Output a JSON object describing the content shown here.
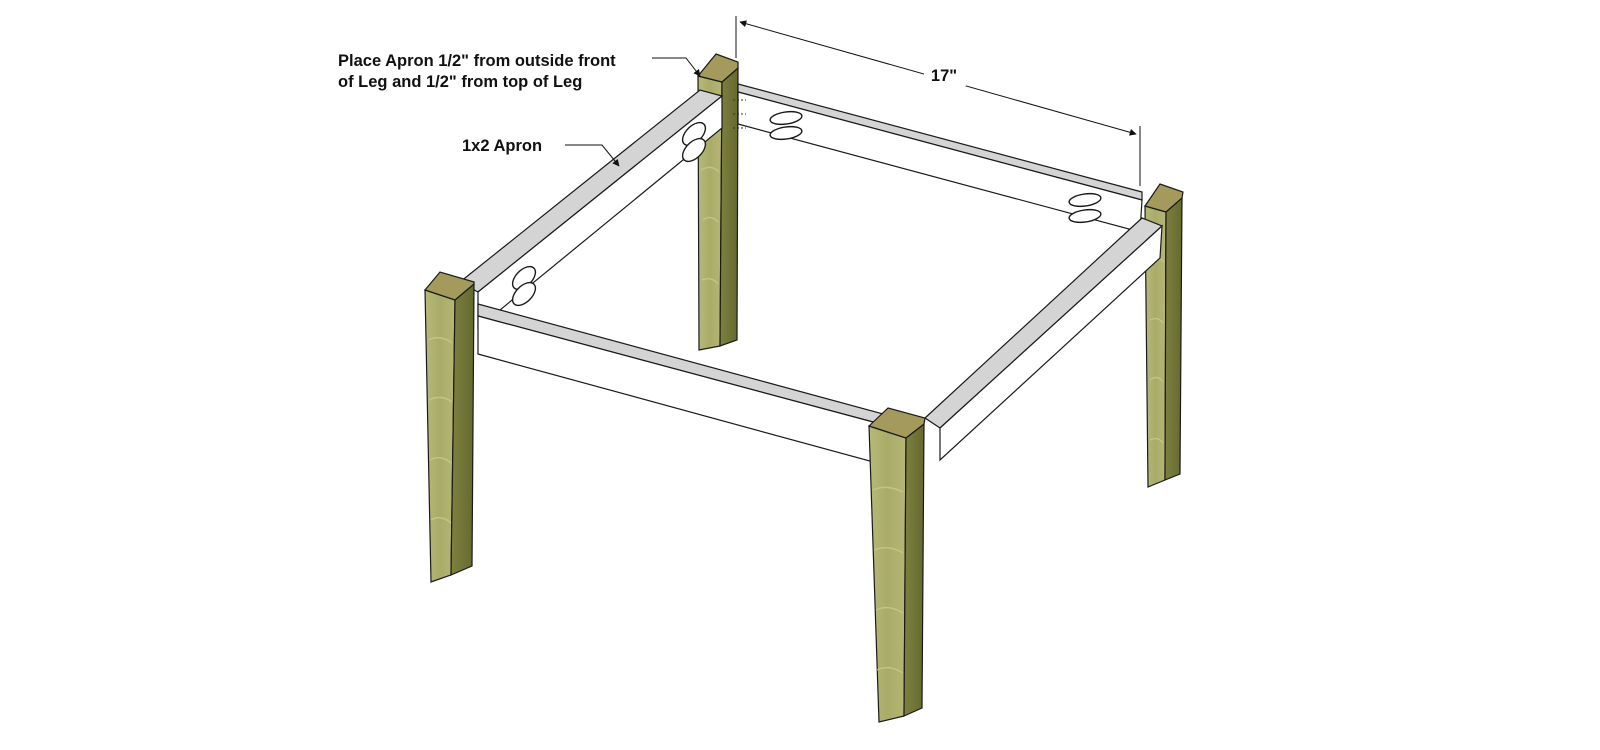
{
  "annotations": {
    "placement_line1": "Place Apron 1/2\" from outside front",
    "placement_line2": "of Leg and 1/2\" from top of Leg",
    "apron_label": "1x2 Apron",
    "dimension_label": "17\""
  },
  "colors": {
    "leg_top": "#a39a5c",
    "leg_light": "#aeb26b",
    "leg_dark": "#6e7338",
    "leg_grain": "#c9ca8c",
    "apron_top": "#d4d4d4",
    "apron_front": "#ffffff",
    "outline": "#1a1a1a"
  }
}
